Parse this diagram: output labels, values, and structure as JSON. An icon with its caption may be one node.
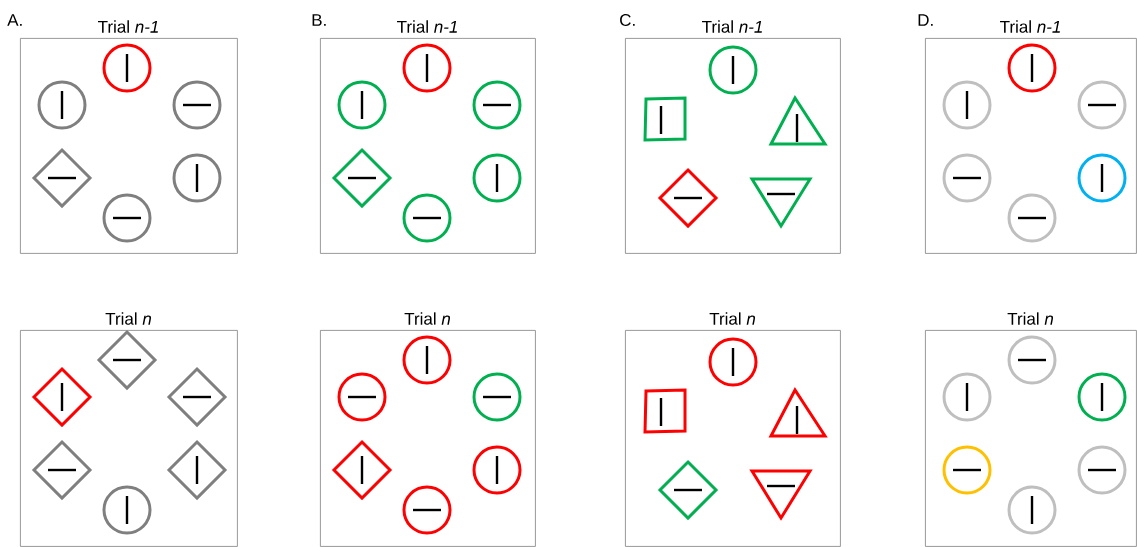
{
  "diagram": {
    "nodes": [
      {
        "text": [
          "Trial *n-1*"
        ]
      },
      {
        "text": [
          "Trial *n-1*"
        ]
      },
      {
        "text": [
          "Trial *n-1*"
        ]
      },
      {
        "text": [
          "Trial *n-1*"
        ]
      },
      {
        "text": [
          "Trial *n*"
        ]
      },
      {
        "text": [
          "Trial *n*"
        ]
      },
      {
        "text": [
          "Trial *n*"
        ]
      },
      {
        "text": [
          "Trial *n*"
        ]
      }
    ],
    "labels": [
      "A.",
      "B.",
      "C.",
      "D."
    ]
  }
}
